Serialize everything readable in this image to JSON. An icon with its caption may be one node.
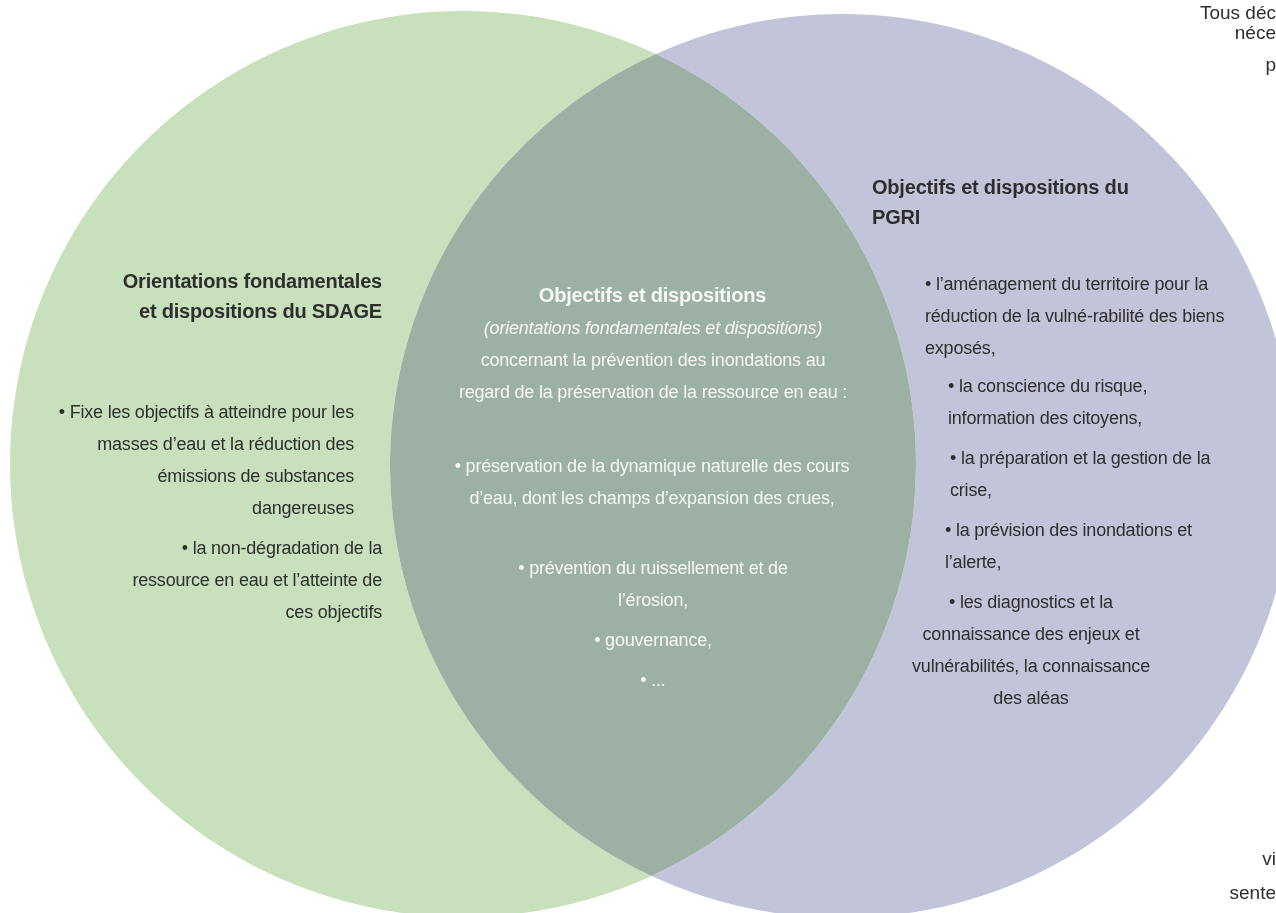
{
  "diagram": {
    "nodes": [
      {
        "text": [
          "Orientations fondamentales et dispositions du SDAGE",
          "• Fixe les objectifs à atteindre pour les masses d’eau et la réduction des émissions de substances dangereuses",
          "• la non-dégradation de la ressource en eau et l’atteinte de ces objectifs"
        ]
      },
      {
        "text": [
          "Objectifs et dispositions",
          "*(orientations fondamentales et dispositions)* concernant la prévention des inondations au regard de la préservation de la ressource en eau :",
          "• préservation de  la dynamique naturelle des cours d’eau, dont les champs d’expansion des crues,",
          "• prévention du ruissellement et de l’érosion,",
          "• gouvernance,",
          "• ..."
        ]
      },
      {
        "text": [
          "Objectifs et dispositions du PGRI",
          "• l’aménagement du territoire pour la réduction de la vulné-rabilité des biens exposés,",
          "• la conscience du risque, information des citoyens,",
          "• la préparation et la gestion de la crise,",
          "• la prévision des inondations et l’alerte,",
          "• les diagnostics et la connaissance des enjeux et vulnérabilités, la connaissance des aléas"
        ]
      }
    ],
    "labels": [
      "Tous déc",
      "néce",
      "p",
      "vi",
      "sente"
    ]
  }
}
